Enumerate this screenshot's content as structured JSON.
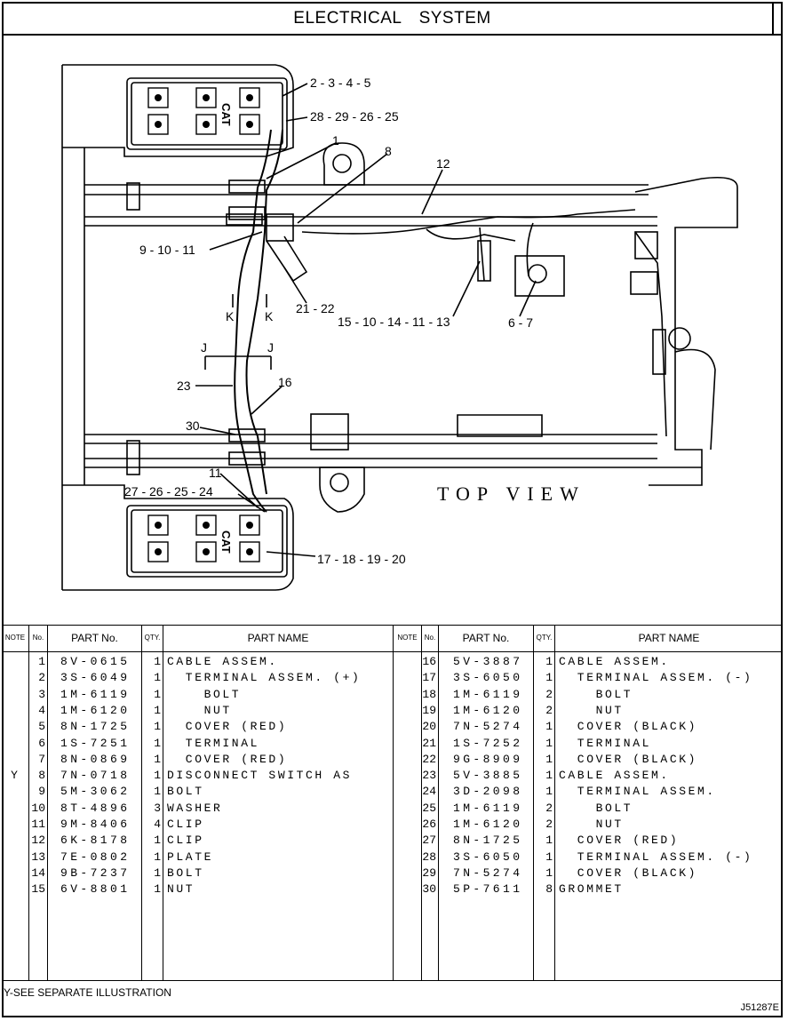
{
  "title": "ELECTRICAL SYSTEM",
  "diagram": {
    "view_label": "TOP VIEW",
    "callouts": [
      "2 - 3 - 4 - 5",
      "28 - 29 - 26 - 25",
      "1",
      "8",
      "12",
      "9 - 10 - 11",
      "21 - 22",
      "15 - 10 - 14 - 11 - 13",
      "6 - 7",
      "23",
      "16",
      "30",
      "11",
      "27 - 26 - 25 - 24",
      "17 - 18 - 19 - 20"
    ],
    "section_marks": [
      "K",
      "K",
      "J",
      "J"
    ],
    "battery_badge": "CAT"
  },
  "table": {
    "headers": {
      "note": "NOTE",
      "no": "No.",
      "part_no": "PART No.",
      "qty": "QTY.",
      "part_name": "PART NAME"
    },
    "left": [
      {
        "note": "",
        "no": "1",
        "part_no": "8V-0615",
        "qty": "1",
        "name": "CABLE ASSEM."
      },
      {
        "note": "",
        "no": "2",
        "part_no": "3S-6049",
        "qty": "1",
        "name": "  TERMINAL ASSEM. (+)"
      },
      {
        "note": "",
        "no": "3",
        "part_no": "1M-6119",
        "qty": "1",
        "name": "    BOLT"
      },
      {
        "note": "",
        "no": "4",
        "part_no": "1M-6120",
        "qty": "1",
        "name": "    NUT"
      },
      {
        "note": "",
        "no": "5",
        "part_no": "8N-1725",
        "qty": "1",
        "name": "  COVER (RED)"
      },
      {
        "note": "",
        "no": "6",
        "part_no": "1S-7251",
        "qty": "1",
        "name": "  TERMINAL"
      },
      {
        "note": "",
        "no": "7",
        "part_no": "8N-0869",
        "qty": "1",
        "name": "  COVER (RED)"
      },
      {
        "note": "Y",
        "no": "8",
        "part_no": "7N-0718",
        "qty": "1",
        "name": "DISCONNECT SWITCH AS"
      },
      {
        "note": "",
        "no": "9",
        "part_no": "5M-3062",
        "qty": "1",
        "name": "BOLT"
      },
      {
        "note": "",
        "no": "10",
        "part_no": "8T-4896",
        "qty": "3",
        "name": "WASHER"
      },
      {
        "note": "",
        "no": "11",
        "part_no": "9M-8406",
        "qty": "4",
        "name": "CLIP"
      },
      {
        "note": "",
        "no": "12",
        "part_no": "6K-8178",
        "qty": "1",
        "name": "CLIP"
      },
      {
        "note": "",
        "no": "13",
        "part_no": "7E-0802",
        "qty": "1",
        "name": "PLATE"
      },
      {
        "note": "",
        "no": "14",
        "part_no": "9B-7237",
        "qty": "1",
        "name": "BOLT"
      },
      {
        "note": "",
        "no": "15",
        "part_no": "6V-8801",
        "qty": "1",
        "name": "NUT"
      }
    ],
    "right": [
      {
        "note": "",
        "no": "16",
        "part_no": "5V-3887",
        "qty": "1",
        "name": "CABLE ASSEM."
      },
      {
        "note": "",
        "no": "17",
        "part_no": "3S-6050",
        "qty": "1",
        "name": "  TERMINAL ASSEM. (-)"
      },
      {
        "note": "",
        "no": "18",
        "part_no": "1M-6119",
        "qty": "2",
        "name": "    BOLT"
      },
      {
        "note": "",
        "no": "19",
        "part_no": "1M-6120",
        "qty": "2",
        "name": "    NUT"
      },
      {
        "note": "",
        "no": "20",
        "part_no": "7N-5274",
        "qty": "1",
        "name": "  COVER (BLACK)"
      },
      {
        "note": "",
        "no": "21",
        "part_no": "1S-7252",
        "qty": "1",
        "name": "  TERMINAL"
      },
      {
        "note": "",
        "no": "22",
        "part_no": "9G-8909",
        "qty": "1",
        "name": "  COVER (BLACK)"
      },
      {
        "note": "",
        "no": "23",
        "part_no": "5V-3885",
        "qty": "1",
        "name": "CABLE ASSEM."
      },
      {
        "note": "",
        "no": "24",
        "part_no": "3D-2098",
        "qty": "1",
        "name": "  TERMINAL ASSEM."
      },
      {
        "note": "",
        "no": "25",
        "part_no": "1M-6119",
        "qty": "2",
        "name": "    BOLT"
      },
      {
        "note": "",
        "no": "26",
        "part_no": "1M-6120",
        "qty": "2",
        "name": "    NUT"
      },
      {
        "note": "",
        "no": "27",
        "part_no": "8N-1725",
        "qty": "1",
        "name": "  COVER (RED)"
      },
      {
        "note": "",
        "no": "28",
        "part_no": "3S-6050",
        "qty": "1",
        "name": "  TERMINAL ASSEM. (-)"
      },
      {
        "note": "",
        "no": "29",
        "part_no": "7N-5274",
        "qty": "1",
        "name": "  COVER (BLACK)"
      },
      {
        "note": "",
        "no": "30",
        "part_no": "5P-7611",
        "qty": "8",
        "name": "GROMMET"
      }
    ]
  },
  "footer": {
    "note": "Y-SEE SEPARATE ILLUSTRATION",
    "code": "J51287E"
  }
}
